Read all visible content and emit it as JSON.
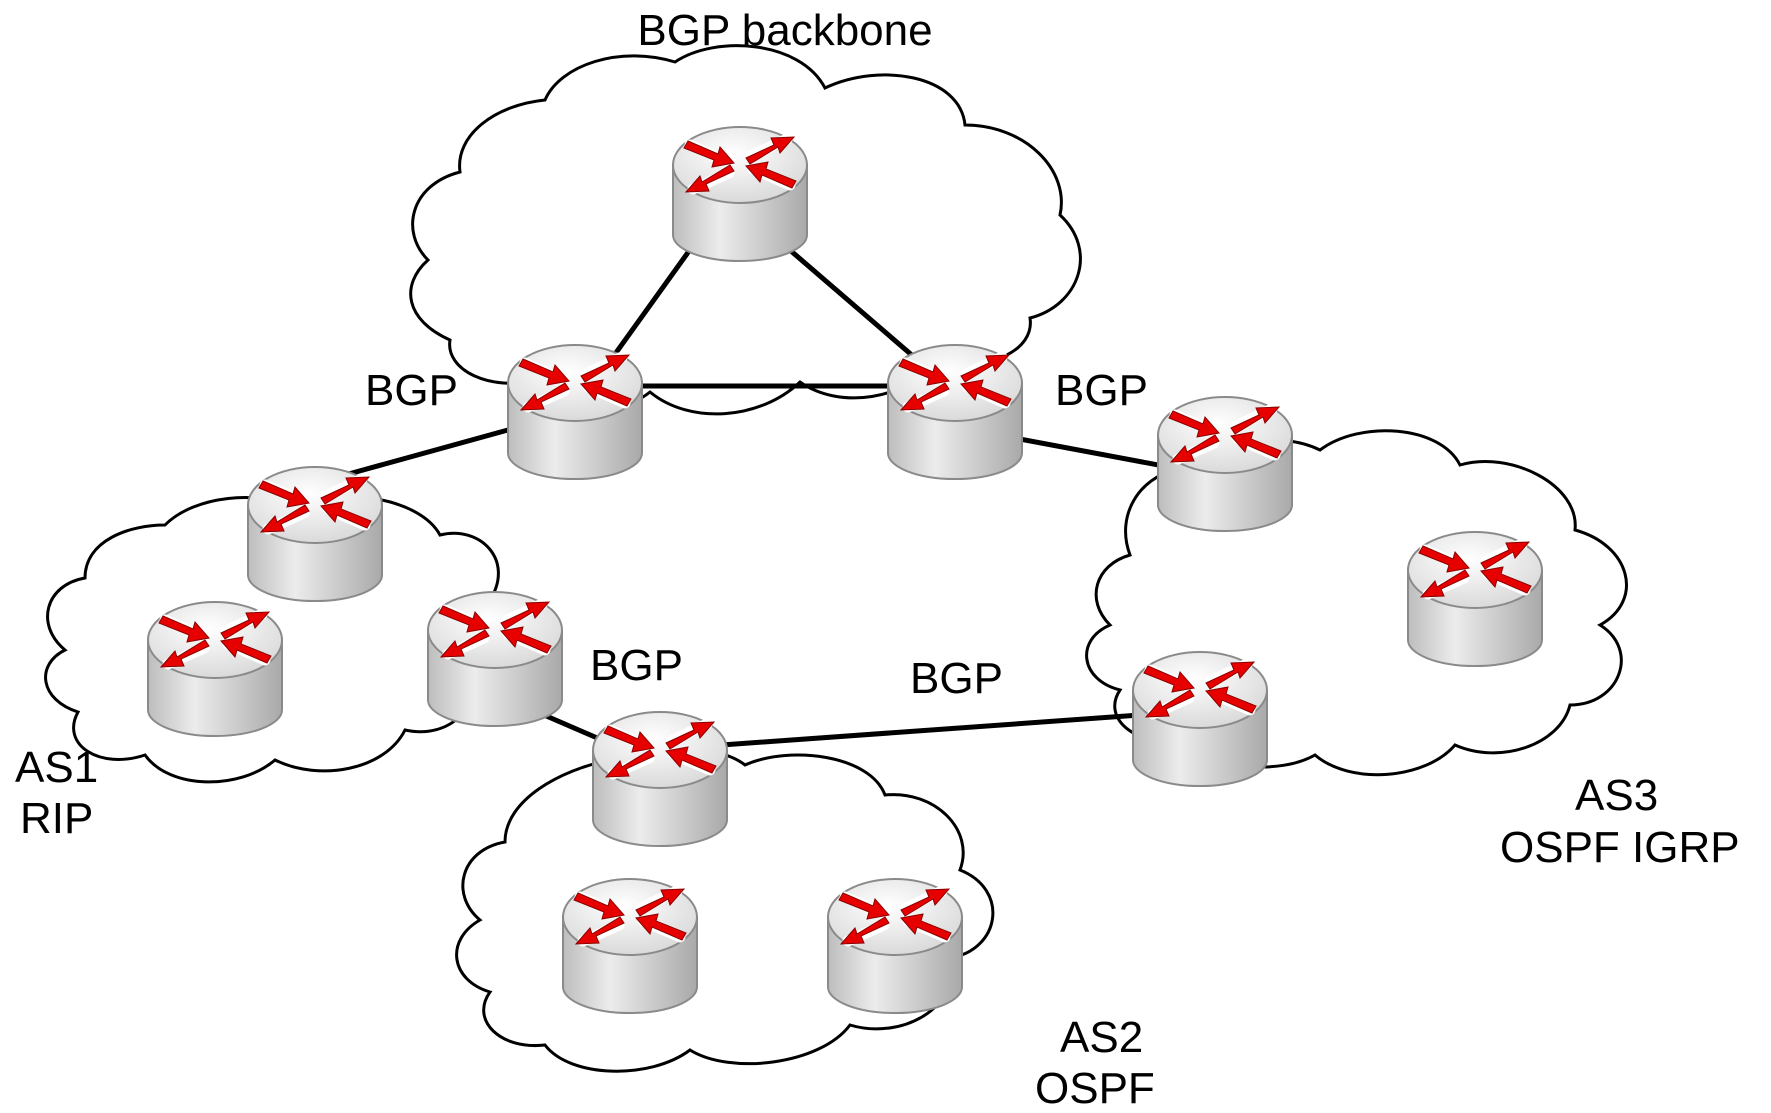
{
  "diagram": {
    "labels": {
      "backbone": "BGP backbone",
      "bgp_left": "BGP",
      "bgp_right": "BGP",
      "bgp_as1_as2": "BGP",
      "bgp_as2_as3": "BGP",
      "as1_name": "AS1",
      "as1_protocol": "RIP",
      "as2_name": "AS2",
      "as2_protocol": "OSPF",
      "as3_name": "AS3",
      "as3_protocol": "OSPF IGRP"
    },
    "colors": {
      "router_body": "#d8d8d8",
      "router_top": "#f0f0f0",
      "arrows": "#e60000",
      "links": "#000000",
      "cloud_outline": "#000000"
    },
    "icon": "router-icon"
  }
}
